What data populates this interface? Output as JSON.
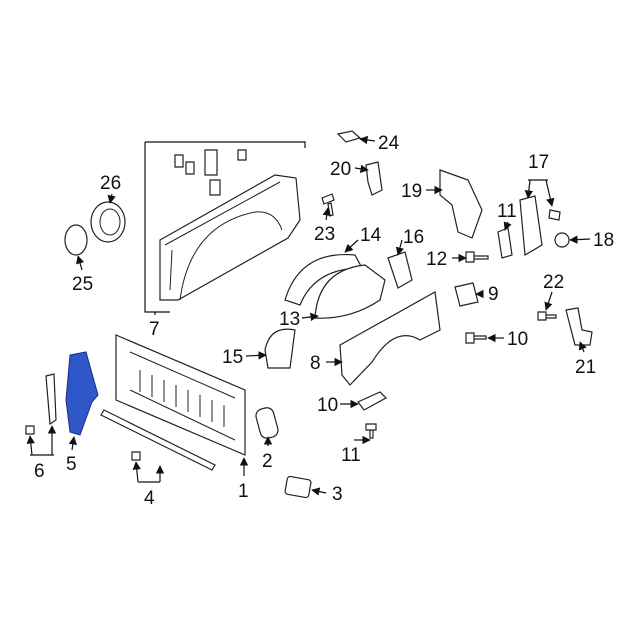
{
  "diagram": {
    "title": "Pickup box / tailgate exploded parts diagram",
    "highlight_color": "#2f57c9",
    "callouts": [
      {
        "id": "c24",
        "label": "24"
      },
      {
        "id": "c20",
        "label": "20"
      },
      {
        "id": "c19",
        "label": "19"
      },
      {
        "id": "c17",
        "label": "17"
      },
      {
        "id": "c26",
        "label": "26"
      },
      {
        "id": "c23",
        "label": "23"
      },
      {
        "id": "c14",
        "label": "14"
      },
      {
        "id": "c16",
        "label": "16"
      },
      {
        "id": "c12",
        "label": "12"
      },
      {
        "id": "c11a",
        "label": "11"
      },
      {
        "id": "c18",
        "label": "18"
      },
      {
        "id": "c25",
        "label": "25"
      },
      {
        "id": "c7",
        "label": "7"
      },
      {
        "id": "c13",
        "label": "13"
      },
      {
        "id": "c9",
        "label": "9"
      },
      {
        "id": "c22",
        "label": "22"
      },
      {
        "id": "c15",
        "label": "15"
      },
      {
        "id": "c8",
        "label": "8"
      },
      {
        "id": "c10a",
        "label": "10"
      },
      {
        "id": "c21",
        "label": "21"
      },
      {
        "id": "c10b",
        "label": "10"
      },
      {
        "id": "c6",
        "label": "6"
      },
      {
        "id": "c5",
        "label": "5"
      },
      {
        "id": "c2",
        "label": "2"
      },
      {
        "id": "c11b",
        "label": "11"
      },
      {
        "id": "c1",
        "label": "1"
      },
      {
        "id": "c4",
        "label": "4"
      },
      {
        "id": "c3",
        "label": "3"
      }
    ]
  }
}
